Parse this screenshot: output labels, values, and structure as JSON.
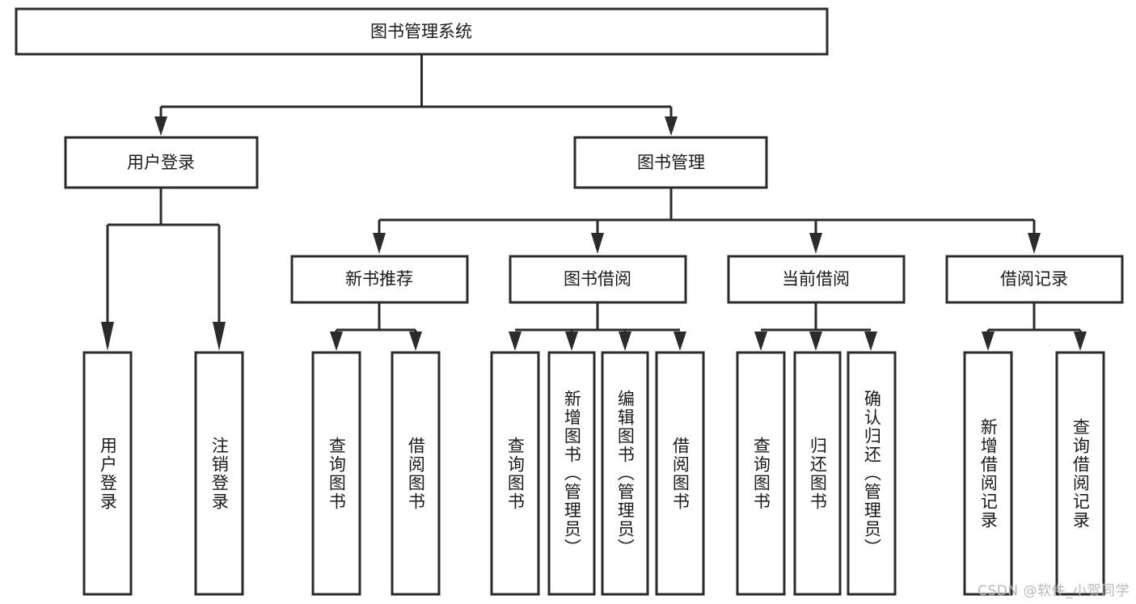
{
  "diagram": {
    "title": "图书管理系统",
    "type": "tree-hierarchy-chart",
    "colors": {
      "box_border": "#2b2b2b",
      "box_fill": "#ffffff",
      "connector": "#2b2b2b",
      "text": "#1a1a1a",
      "background": "#ffffff",
      "watermark": "#b8b8b8"
    },
    "root": {
      "label": "图书管理系统"
    },
    "level2": [
      {
        "label": "用户登录"
      },
      {
        "label": "图书管理"
      }
    ],
    "level3": [
      {
        "label": "新书推荐"
      },
      {
        "label": "图书借阅"
      },
      {
        "label": "当前借阅"
      },
      {
        "label": "借阅记录"
      }
    ],
    "leaves": {
      "user_login": [
        {
          "label": "用户登录"
        },
        {
          "label": "注销登录"
        }
      ],
      "new_book_recommend": [
        {
          "label": "查询图书"
        },
        {
          "label": "借阅图书"
        }
      ],
      "book_borrow": [
        {
          "label": "查询图书"
        },
        {
          "label": "新增图书（管理员）"
        },
        {
          "label": "编辑图书（管理员）"
        },
        {
          "label": "借阅图书"
        }
      ],
      "current_borrow": [
        {
          "label": "查询图书"
        },
        {
          "label": "归还图书"
        },
        {
          "label": "确认归还（管理员）"
        }
      ],
      "borrow_record": [
        {
          "label": "新增借阅记录"
        },
        {
          "label": "查询借阅记录"
        }
      ]
    },
    "watermark": "CSDN @软件_小贺同学"
  }
}
